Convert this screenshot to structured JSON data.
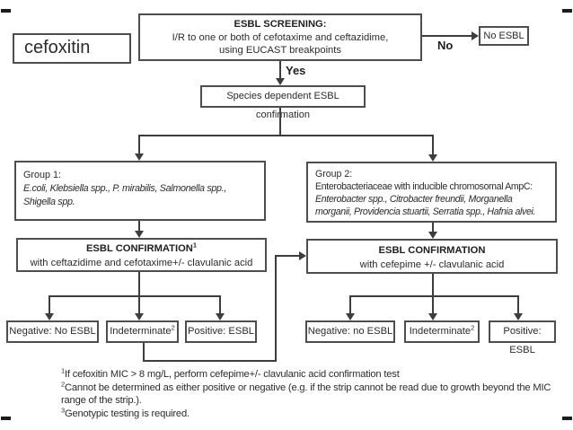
{
  "flowchart": {
    "cefoxitin": {
      "label": "cefoxitin"
    },
    "screening": {
      "title": "ESBL SCREENING:",
      "criteria_line1": "I/R to one or both of cefotaxime and ceftazidime,",
      "criteria_line2": "using EUCAST breakpoints"
    },
    "edge_labels": {
      "no": "No",
      "yes": "Yes"
    },
    "no_esbl": {
      "label": "No ESBL"
    },
    "species_confirmation": {
      "label": "Species dependent ESBL confirmation"
    },
    "group1": {
      "title": "Group 1:",
      "species_line1": "E.coli, Klebsiella spp., P. mirabilis, Salmonella spp.,",
      "species_line2": "Shigella spp."
    },
    "group2": {
      "title": "Group 2:",
      "subtitle": "Enterobacteriaceae with inducible chromosomal AmpC:",
      "species_line1": "Enterobacter spp., Citrobacter freundii, Morganella",
      "species_line2": "morganii, Providencia stuartii, Serratia spp., Hafnia alvei."
    },
    "confirmation_group1": {
      "title": "ESBL CONFIRMATION",
      "title_sup": "1",
      "method": "with ceftazidime and cefotaxime+/- clavulanic acid"
    },
    "confirmation_group2": {
      "title": "ESBL CONFIRMATION",
      "title_sup": "",
      "method": "with cefepime +/- clavulanic acid"
    },
    "outcomes_group1": [
      {
        "label": "Negative: No ESBL",
        "sup": ""
      },
      {
        "label": "Indeterminate",
        "sup": "2"
      },
      {
        "label": "Positive: ESBL",
        "sup": ""
      }
    ],
    "outcomes_group2": [
      {
        "label": "Negative: no ESBL",
        "sup": ""
      },
      {
        "label": "Indeterminate",
        "sup": "2"
      },
      {
        "label": "Positive: ESBL",
        "sup": ""
      }
    ],
    "footnotes": [
      {
        "sup": "1",
        "text": "If cefoxitin MIC > 8 mg/L, perform cefepime+/- clavulanic acid confirmation test"
      },
      {
        "sup": "2",
        "text": "Cannot be determined as either positive or negative (e.g. if the strip cannot be read due to growth beyond the MIC range of the strip.)."
      },
      {
        "sup": "3",
        "text": "Genotypic testing is required."
      }
    ],
    "colors": {
      "background": "#ffffff",
      "line": "#3d3d3d",
      "box_border": "#4e4e4e",
      "text": "#2b2b2b"
    }
  }
}
